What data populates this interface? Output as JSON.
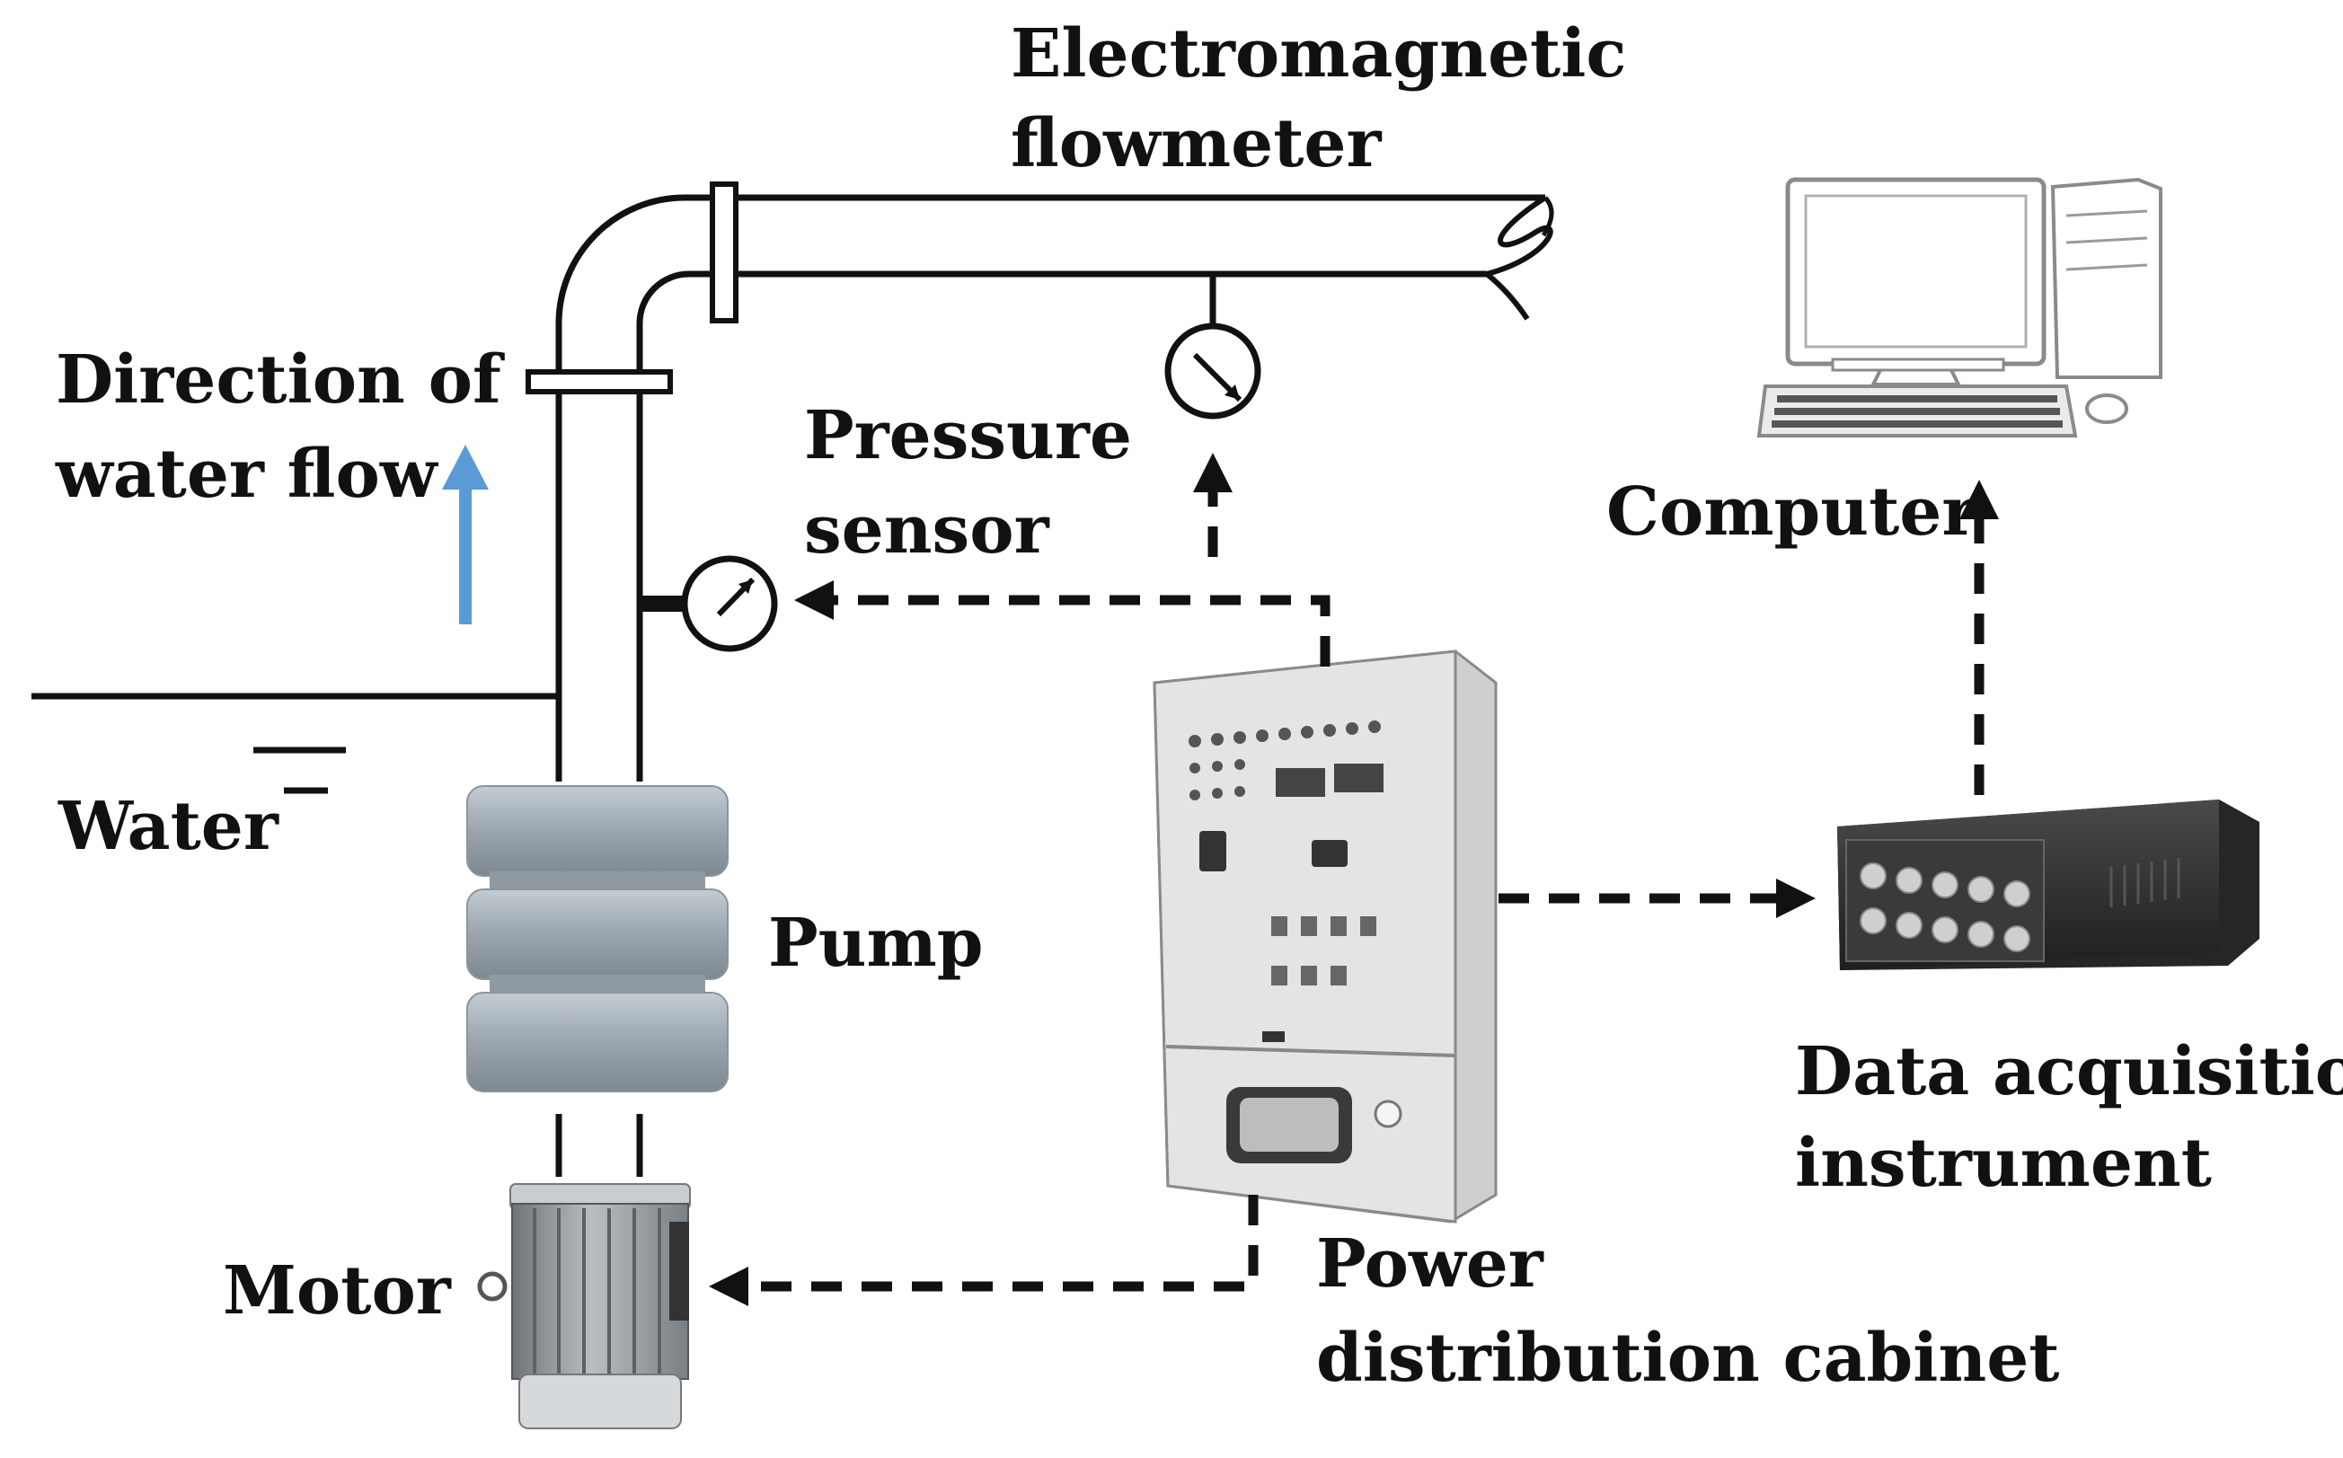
{
  "labels": {
    "flowmeter_line1": "Electromagnetic",
    "flowmeter_line2": "flowmeter",
    "direction_line1": "Direction of",
    "direction_line2": "water flow",
    "pressure_line1": "Pressure",
    "pressure_line2": "sensor",
    "computer": "Computer",
    "water": "Water",
    "pump": "Pump",
    "motor": "Motor",
    "cabinet_line1": "Power",
    "cabinet_line2": "distribution cabinet",
    "daq_line1": "Data acquisition",
    "daq_line2": "instrument"
  },
  "colors": {
    "line": "#111111",
    "flow_arrow": "#5b9bd5",
    "pump_body": "#aab4bd",
    "motor_body": "#9ea3a8",
    "cabinet_body": "#dcdcdc",
    "daq_body": "#2f2f2f"
  },
  "icons": {
    "flow_arrow": "arrow-up-icon",
    "gauge": "pressure-gauge-icon",
    "computer": "desktop-computer-icon",
    "cabinet": "electrical-cabinet-icon",
    "daq": "data-acquisition-box-icon",
    "pump": "pump-stack-icon",
    "motor": "electric-motor-icon"
  }
}
